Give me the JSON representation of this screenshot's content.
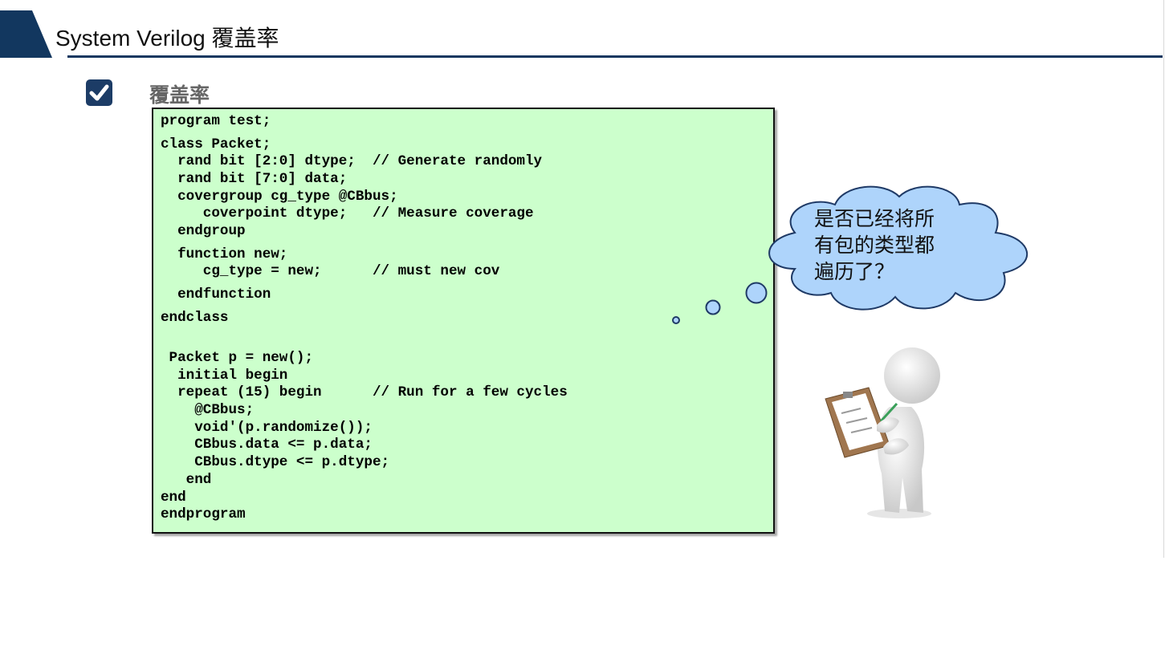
{
  "slide": {
    "title": "System Verilog 覆盖率",
    "section_title": "覆盖率",
    "accent_color": "#12375f"
  },
  "code": {
    "lines": [
      "program test;",
      "class Packet;",
      "  rand bit [2:0] dtype;  // Generate randomly",
      "  rand bit [7:0] data;",
      "  covergroup cg_type @CBbus;",
      "     coverpoint dtype;   // Measure coverage",
      "  endgroup",
      "  function new;",
      "     cg_type = new;      // must new cov",
      "  endfunction",
      "endclass",
      " Packet p = new();",
      "  initial begin",
      "  repeat (15) begin      // Run for a few cycles",
      "    @CBbus;",
      "    void'(p.randomize());",
      "    CBbus.data <= p.data;",
      "    CBbus.dtype <= p.dtype;",
      "   end",
      "end",
      "endprogram"
    ]
  },
  "thought": {
    "text": "是否已经将所\n有包的类型都\n遍历了？"
  },
  "icons": {
    "checkbox": "checkmark-icon",
    "figure": "person-with-clipboard-icon",
    "bubble": "thought-cloud-icon"
  }
}
